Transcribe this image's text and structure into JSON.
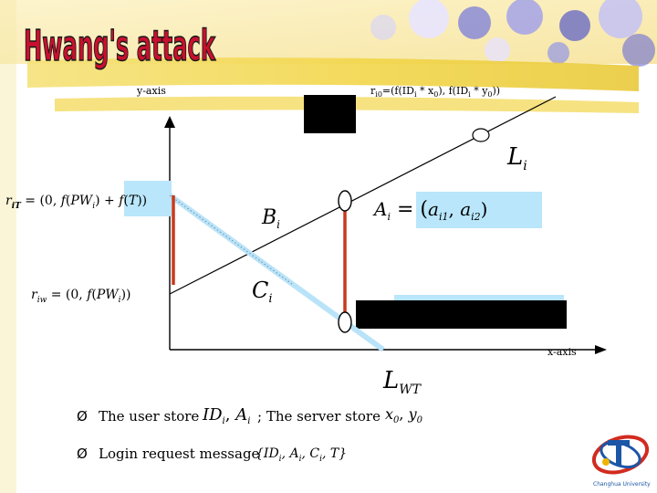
{
  "slide": {
    "title": "Hwang's attack",
    "colors": {
      "title_fill": "#c8102e",
      "title_stroke": "#1a1a1a",
      "banner_yellow": "#f2d64a",
      "cyan": "#b9e6fa",
      "red_segment": "#c8391e",
      "line_LWT": "#b9e3f8",
      "black_box": "#000000",
      "logo_red": "#d22b1f",
      "logo_blue": "#1c56a6"
    }
  },
  "diagram": {
    "axes": {
      "y_label": "y-axis",
      "x_label": "x-axis"
    },
    "top_formula": {
      "r": "r",
      "sub": "i0",
      "eq_open": "=(f(ID",
      "i1": "i",
      "mid1": " * x",
      "zero1": "0",
      "mid2": "), f(ID",
      "i2": "i",
      "mid3": " * y",
      "zero2": "0",
      "close": "))"
    },
    "labels": {
      "Li": "L",
      "Li_sub": "i",
      "Bi": "B",
      "Bi_sub": "i",
      "Ci": "C",
      "Ci_sub": "i",
      "LWT": "L",
      "LWT_sub": "WT"
    },
    "Ai_formula": {
      "A": "A",
      "A_sub": "i",
      "eq": " = (",
      "a1": "a",
      "a1_sub": "i1",
      "comma": ", ",
      "a2": "a",
      "a2_sub": "i2",
      "close": ")"
    },
    "riT_formula": {
      "r": "r",
      "r_sub": "iT",
      "eq": " = (0, ",
      "f1": "f",
      "p1": "(",
      "pw": "PW",
      "pw_sub": "i",
      "p2": ")",
      "plus": " + ",
      "f2": "f",
      "p3": "(",
      "T": "T",
      "p4": "))"
    },
    "riw_formula": {
      "r": "r",
      "r_sub": "iw",
      "eq": "  =  (0, ",
      "f": "f",
      "p1": "(",
      "pw": "PW",
      "pw_sub": "i",
      "p2": "))"
    }
  },
  "bullets": [
    {
      "marker": "Ø",
      "pre": "The user store",
      "m1": "ID",
      "m1_sub": "i",
      "m_comma": ", ",
      "m2": "A",
      "m2_sub": "i",
      "mid": " ; The server store ",
      "m3": "x",
      "m3_sub": "0",
      "m3_comma": ", ",
      "m4": "y",
      "m4_sub": "0"
    },
    {
      "marker": "Ø",
      "pre": "Login request message",
      "set_text": "{ID",
      "s1_sub": "i",
      "s2": ", A",
      "s2_sub": "i",
      "s3": ", C",
      "s3_sub": "i",
      "s4": ", T}"
    }
  ],
  "logo": {
    "university": "Changhua University"
  }
}
